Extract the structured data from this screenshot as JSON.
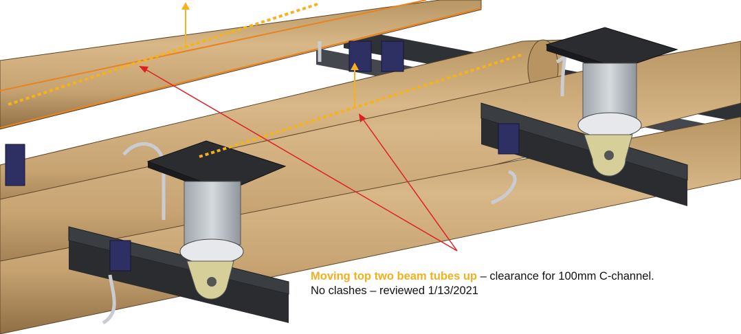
{
  "annotation": {
    "highlight": "Moving top two beam tubes up",
    "line1_rest": " – clearance for 100mm C-channel.",
    "line2": "No clashes – reviewed 1/13/2021"
  },
  "colors": {
    "highlight": "#f2b01e",
    "guide_line": "#f5b21c",
    "tube_outline": "#e8841f",
    "arrow": "#e02020",
    "tube": "#c9a574",
    "steel": "#3a3d42",
    "plate": "#2b2c30"
  }
}
